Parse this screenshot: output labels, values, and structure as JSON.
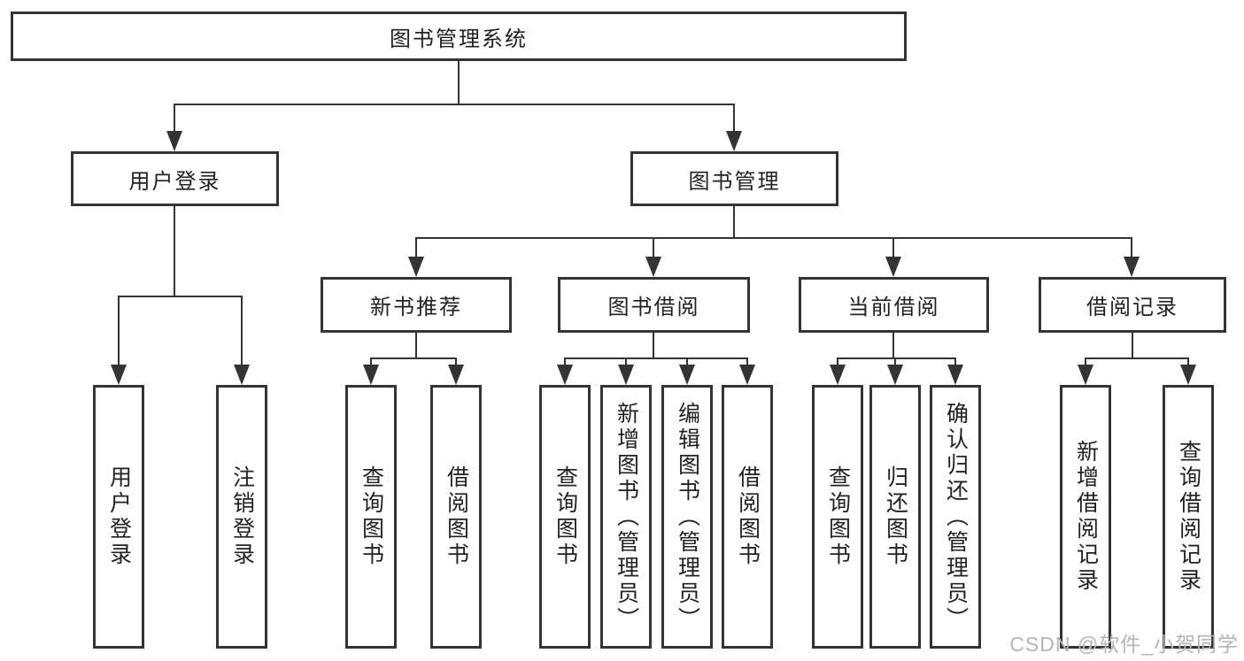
{
  "colors": {
    "line": "#343434",
    "box_border": "#343434",
    "text": "#222222",
    "watermark_text": "#b5b5b5",
    "background": "#ffffff"
  },
  "watermark": "CSDN @软件_小贺同学",
  "tree": {
    "root": {
      "label": "图书管理系统",
      "children": [
        {
          "label": "用户登录",
          "children": [
            {
              "label": "用户登录"
            },
            {
              "label": "注销登录"
            }
          ]
        },
        {
          "label": "图书管理",
          "children": [
            {
              "label": "新书推荐",
              "children": [
                {
                  "label": "查询图书"
                },
                {
                  "label": "借阅图书"
                }
              ]
            },
            {
              "label": "图书借阅",
              "children": [
                {
                  "label": "查询图书"
                },
                {
                  "label": "新增图书（管理员）"
                },
                {
                  "label": "编辑图书（管理员）"
                },
                {
                  "label": "借阅图书"
                }
              ]
            },
            {
              "label": "当前借阅",
              "children": [
                {
                  "label": "查询图书"
                },
                {
                  "label": "归还图书"
                },
                {
                  "label": "确认归还（管理员）"
                }
              ]
            },
            {
              "label": "借阅记录",
              "children": [
                {
                  "label": "新增借阅记录"
                },
                {
                  "label": "查询借阅记录"
                }
              ]
            }
          ]
        }
      ]
    }
  }
}
